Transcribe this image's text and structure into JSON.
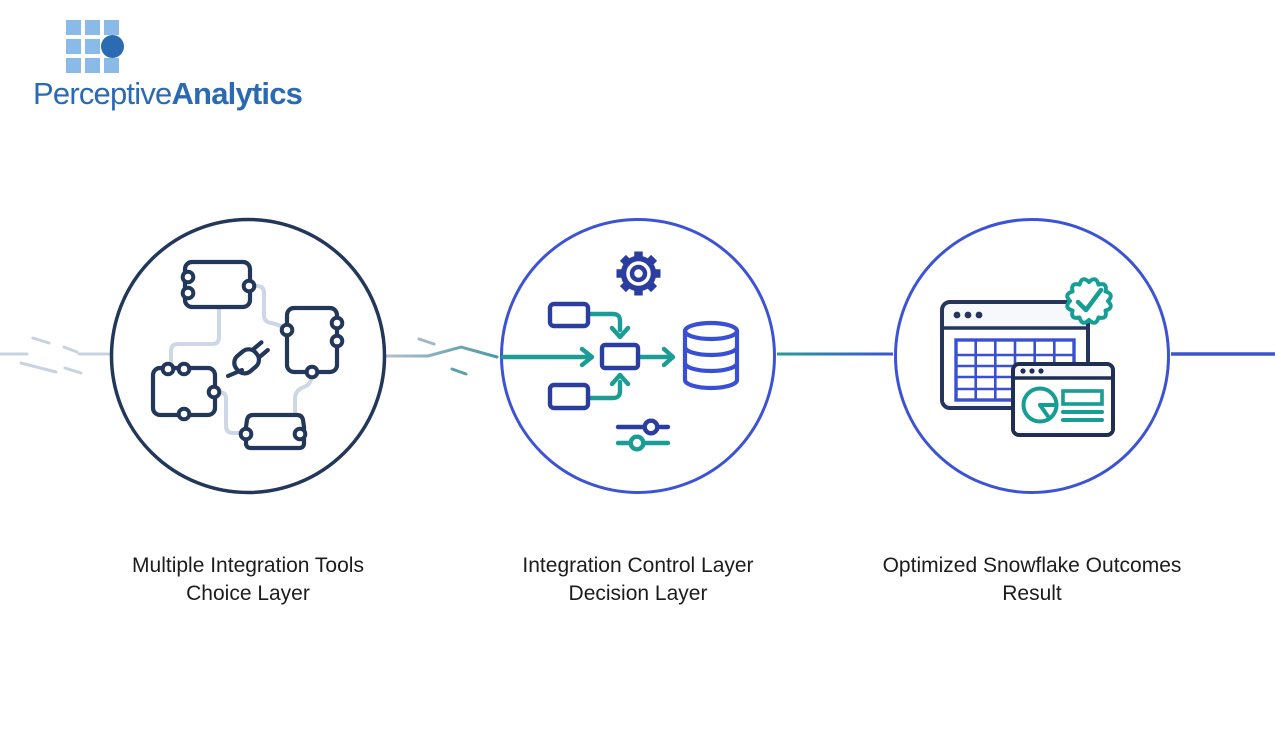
{
  "logo": {
    "brand_regular": "Perceptive",
    "brand_bold": "Analytics"
  },
  "diagram": {
    "nodes": [
      {
        "id": "choice-layer",
        "icon": "integration-tools-plug-icon",
        "label_line1": "Multiple Integration Tools",
        "label_line2": "Choice Layer"
      },
      {
        "id": "decision-layer",
        "icon": "data-flow-pipeline-icon",
        "label_line1": "Integration Control Layer",
        "label_line2": "Decision Layer"
      },
      {
        "id": "result-layer",
        "icon": "dashboard-verified-icon",
        "label_line1": "Optimized Snowflake Outcomes",
        "label_line2": "Result"
      }
    ]
  },
  "colors": {
    "navy": "#223759",
    "circle_blue": "#3d53d6",
    "icon_blue": "#2c3da0",
    "data_blue": "#3a50d4",
    "teal": "#1b9d96",
    "badge_teal": "#169d94",
    "wire_light": "#cdd7e5",
    "connector_gray": "#c8d2e0",
    "logo_square_blue": "#8abbe8",
    "logo_dot_blue": "#2a6bb4",
    "logo_text_blue": "#2b6ab3",
    "label_text": "#1c1c1c"
  }
}
